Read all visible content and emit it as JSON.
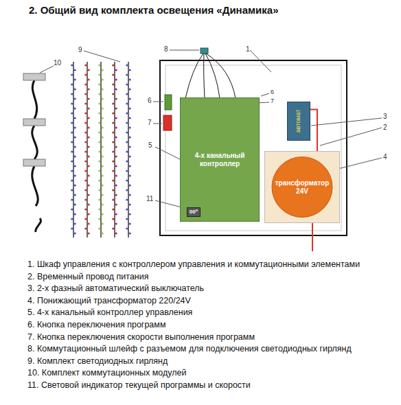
{
  "diagram": {
    "title": "2. Общий вид комплекта освещения «Динамика»",
    "nodes": [
      {
        "text": [
          "4-х канальный контроллер"
        ]
      },
      {
        "text": [
          "00⁰"
        ],
        "in": 0
      },
      {
        "text": [
          "автомат"
        ]
      },
      {
        "text": [
          "трансформатор 24V"
        ]
      }
    ],
    "edges": [
      {
        "from": 2,
        "to": 3,
        "arrow": "none"
      }
    ],
    "labels": [
      "10",
      "9",
      "8",
      "1",
      "6",
      "7",
      "3",
      "2",
      "4",
      "5",
      "6",
      "7",
      "11",
      "1. Шкаф управления с контроллером управления и коммутационными элементами",
      "2. Временный провод питания",
      "3. 2-х фазный автоматический выключатель",
      "4. Понижающий трансформатор 220/24V",
      "5. 4-х канальный контроллер управления",
      "6. Кнопка переключения программ",
      "7. Кнопка переключения скорости выполнения программ",
      "8. Коммутационный шлейф с разъемом для подключения светодиодных гирлянд",
      "9. Комплект светодиодных гирлянд",
      "10. Комплект коммутационных модулей",
      "11. Световой индикатор текущей программы и скорости"
    ]
  }
}
